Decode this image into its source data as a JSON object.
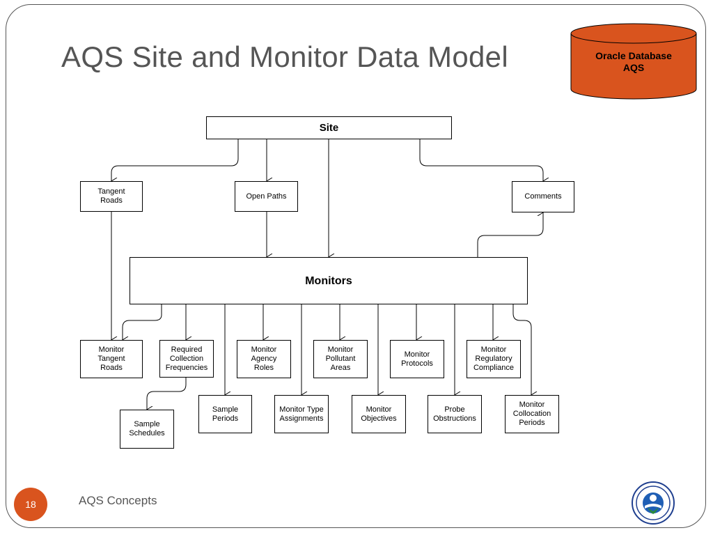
{
  "slide": {
    "title": "AQS Site and Monitor Data Model",
    "page_number": "18",
    "footer": "AQS Concepts"
  },
  "database": {
    "label": "Oracle Database\nAQS",
    "color": "#d9541e"
  },
  "diagram": {
    "site": "Site",
    "tangent_roads": "Tangent\nRoads",
    "open_paths": "Open Paths",
    "comments": "Comments",
    "monitors": "Monitors",
    "monitor_tangent_roads": "Monitor\nTangent\nRoads",
    "required_collection_frequencies": "Required\nCollection\nFrequencies",
    "monitor_agency_roles": "Monitor\nAgency\nRoles",
    "monitor_pollutant_areas": "Monitor\nPollutant\nAreas",
    "monitor_protocols": "Monitor\nProtocols",
    "monitor_regulatory_compliance": "Monitor\nRegulatory\nCompliance",
    "sample_schedules": "Sample\nSchedules",
    "sample_periods": "Sample\nPeriods",
    "monitor_type_assignments": "Monitor Type\nAssignments",
    "monitor_objectives": "Monitor\nObjectives",
    "probe_obstructions": "Probe\nObstructions",
    "monitor_collocation_periods": "Monitor\nCollocation\nPeriods"
  },
  "icons": {
    "seal": "epa-seal-icon"
  }
}
